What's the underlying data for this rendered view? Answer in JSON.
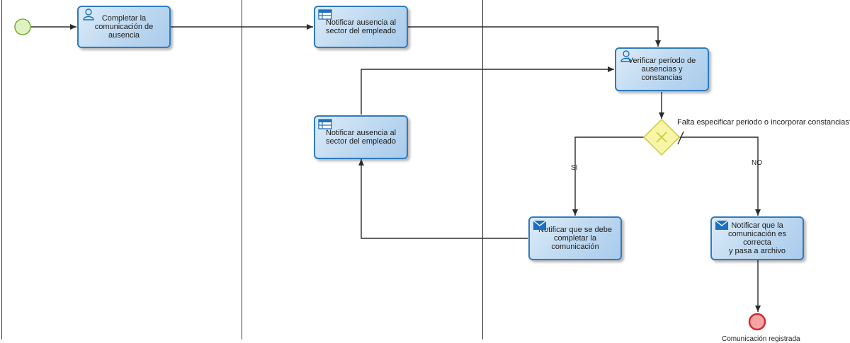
{
  "tasks": {
    "completar": {
      "label": "Completar la\ncomunicación de\nausencia",
      "icon": "user-icon"
    },
    "notificar_top": {
      "label": "Notificar ausencia al\nsector del empleado",
      "icon": "table-icon"
    },
    "notificar_mid": {
      "label": "Notificar ausencia al\nsector del empleado",
      "icon": "table-icon"
    },
    "verificar": {
      "label": "Verificar período de\nausencias y constancias",
      "icon": "user-icon"
    },
    "notificar_completar": {
      "label": "Notificar que se debe\ncompletar la\ncomunicación",
      "icon": "envelope-icon"
    },
    "notificar_correcta": {
      "label": "Notificar que la\ncomunicación es correcta\ny pasa a archivo",
      "icon": "envelope-icon"
    }
  },
  "gateway": {
    "question": "Falta especificar periodo o incorporar constancias?",
    "icon": "x-icon"
  },
  "flows": {
    "yes_label": "SI",
    "no_label": "NO"
  },
  "end_event": {
    "label": "Comunicación registrada"
  },
  "colors": {
    "task_border": "#2e7bc0",
    "task_fill": "#bdd8f0",
    "gateway_fill": "#f7f5a6",
    "gateway_border": "#c9c84a",
    "start_fill": "#dff3c2",
    "start_border": "#7cad3d",
    "end_fill": "#f6a3a5",
    "end_border": "#d02b31"
  }
}
